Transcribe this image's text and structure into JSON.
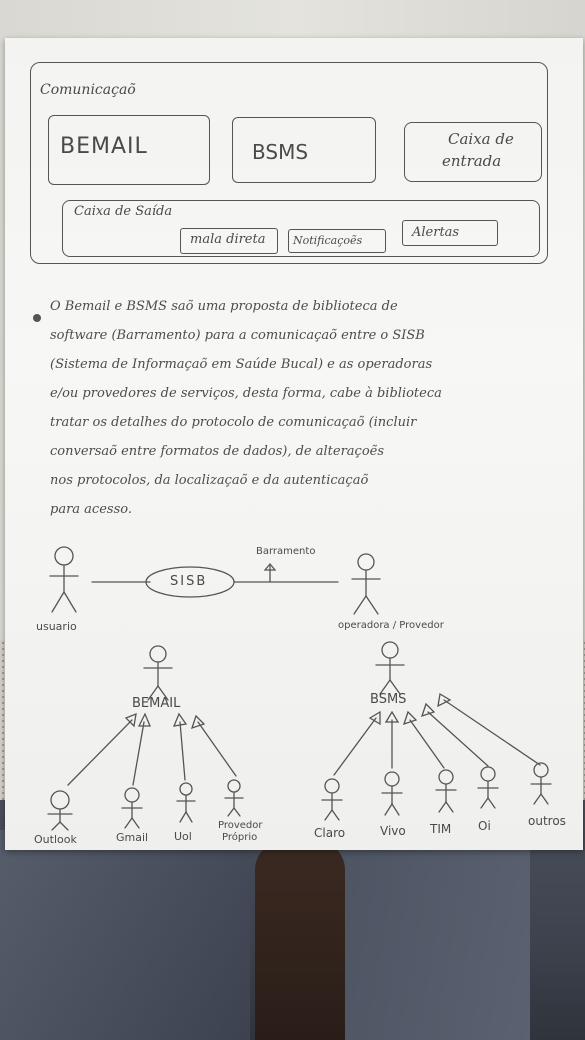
{
  "box_top": {
    "title": "Comunicaçaõ",
    "bemail": "BEMAIL",
    "bsms": "BSMS",
    "caixa_entrada_1": "Caixa de",
    "caixa_entrada_2": "entrada"
  },
  "saida": {
    "title": "Caixa de Saída",
    "mala_direta": "mala direta",
    "notificacoes": "Notificaçoẽs",
    "alertas": "Alertas"
  },
  "paragraph": [
    "O Bemail e BSMS saõ uma proposta de biblioteca de",
    "software (Barramento) para a comunicaçaõ entre o SISB",
    "(Sistema de Informaçaõ em Saúde Bucal) e as operadoras",
    "e/ou provedores de serviços, desta forma, cabe à biblioteca",
    "tratar os detalhes do protocolo de comunicaçaõ (incluir",
    "conversaõ entre formatos de dados), de alteraçoẽs",
    "nos protocolos, da localizaçaõ e da autenticaçaõ",
    "para acesso."
  ],
  "diagram": {
    "usuario": "usuario",
    "sisb": "SISB",
    "barramento": "Barramento",
    "operadora": "operadora / Provedor",
    "bemail": "BEMAIL",
    "bsms": "BSMS",
    "email_clients": [
      "Outlook",
      "Gmail",
      "Uol"
    ],
    "provedor_1": "Provedor",
    "provedor_2": "Próprio",
    "sms_operators": [
      "Claro",
      "Vivo",
      "TIM",
      "Oi",
      "outros"
    ]
  }
}
